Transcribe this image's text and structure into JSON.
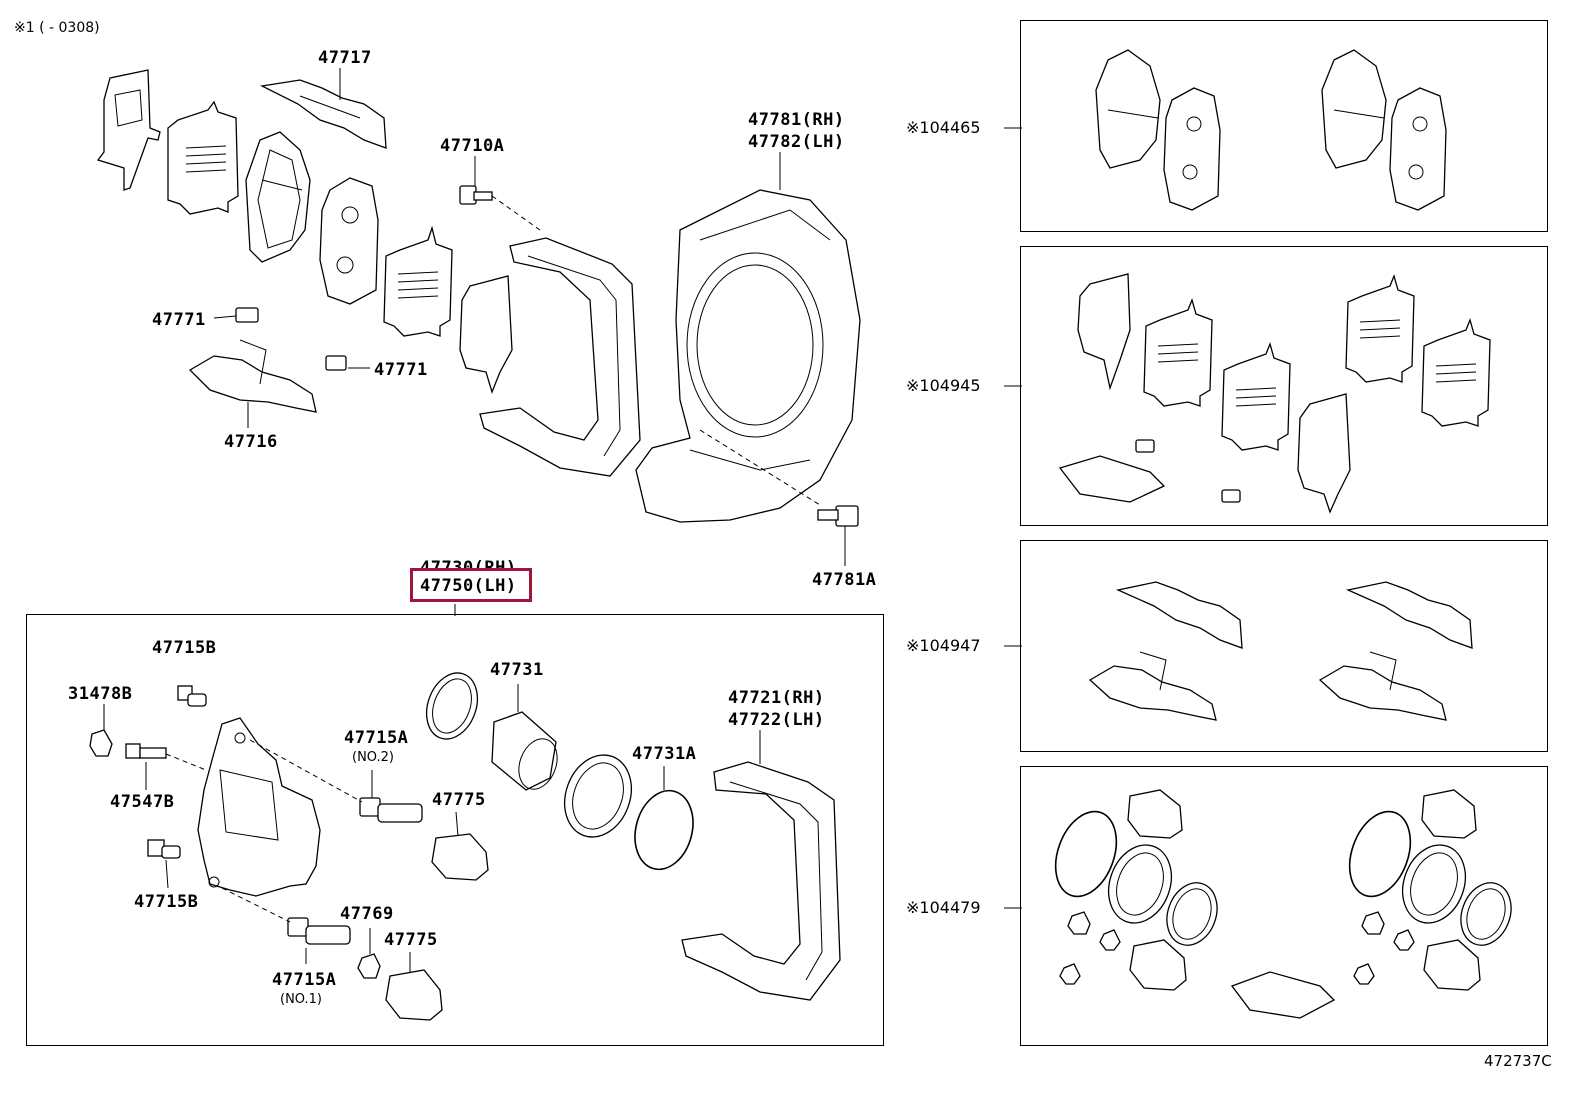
{
  "header_note": "※1 (      - 0308)",
  "figure_id": "472737C",
  "highlight_color": "#a0163a",
  "labels": {
    "p47717": "47717",
    "p47710A": "47710A",
    "p47781": "47781(RH)",
    "p47782": "47782(LH)",
    "p47771a": "47771",
    "p47771b": "47771",
    "p47716": "47716",
    "p47781A": "47781A",
    "p47730": "47730(RH)",
    "p47750": "47750(LH)",
    "p47715B_top": "47715B",
    "p31478B": "31478B",
    "p47731": "47731",
    "p47721": "47721(RH)",
    "p47722": "47722(LH)",
    "p47715A_2": "47715A",
    "p47715A_2_note": "(NO.2)",
    "p47547B": "47547B",
    "p47775_a": "47775",
    "p47731A": "47731A",
    "p47715B_bot": "47715B",
    "p47769": "47769",
    "p47775_b": "47775",
    "p47715A_1": "47715A",
    "p47715A_1_note": "(NO.1)"
  },
  "kits": [
    {
      "mark": "※1",
      "code": "04465"
    },
    {
      "mark": "※1",
      "code": "04945"
    },
    {
      "mark": "※1",
      "code": "04947"
    },
    {
      "mark": "※1",
      "code": "04479"
    }
  ]
}
